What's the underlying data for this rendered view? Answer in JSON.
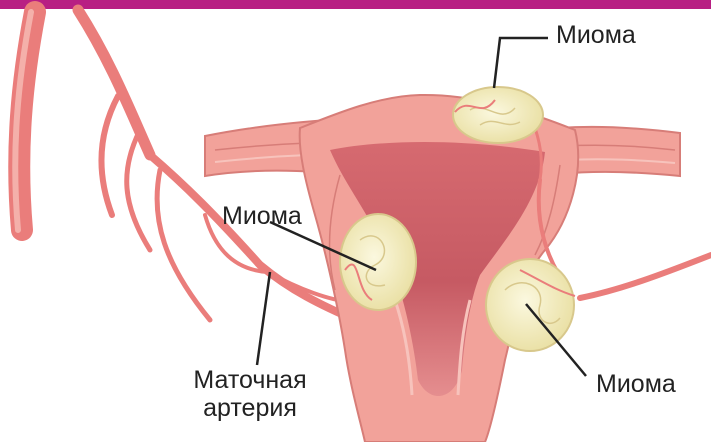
{
  "labels": {
    "fibroid_top": "Миома",
    "fibroid_left": "Миома",
    "fibroid_right": "Миома",
    "artery_line1": "Маточная",
    "artery_line2": "артерия"
  },
  "colors": {
    "top_band": "#b81f83",
    "tissue": "#f2a29a",
    "tissue_light": "#f7c3bc",
    "tissue_dark": "#d77d78",
    "cavity": "#c65a63",
    "vessel": "#ea7d7b",
    "vessel_light": "#f4b0aa",
    "fibroid": "#f4efc2",
    "fibroid_line": "#d8c88c",
    "leader": "#222222"
  }
}
